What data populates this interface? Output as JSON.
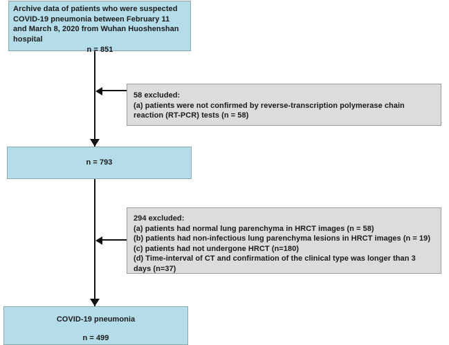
{
  "diagram": {
    "title": "COVID-19 pneumonia patient selection flowchart",
    "colors": {
      "cohort_fill": "#b5dde9",
      "exclusion_fill": "#dcdcdc",
      "connector": "#111111"
    },
    "nodes": {
      "source": {
        "text_lines": [
          "Archive data of patients who were suspected",
          "COVID-19 pneumonia between February 11",
          "and March 8, 2020 from Wuhan Huoshenshan",
          "hospital"
        ],
        "count_label": "n = 851",
        "count_value": 851,
        "fill": "blue"
      },
      "exclusion_1": {
        "header": "58 excluded:",
        "excluded_count": 58,
        "reasons": [
          "(a) patients were not confirmed by reverse-transcription polymerase chain reaction (RT-PCR) tests (n = 58)"
        ],
        "fill": "gray"
      },
      "cohort_793": {
        "count_label": "n = 793",
        "count_value": 793,
        "fill": "blue"
      },
      "exclusion_2": {
        "header": "294 excluded:",
        "excluded_count": 294,
        "reasons": [
          "(a) patients had normal lung parenchyma in HRCT images (n = 58)",
          "(b) patients had  non-infectious lung parenchyma lesions in HRCT images (n = 19)",
          "(c) patients had not undergone HRCT (n=180)",
          "(d) Time-interval of CT and confirmation of the clinical type was longer than 3 days (n=37)"
        ],
        "fill": "gray"
      },
      "final": {
        "label": "COVID-19 pneumonia",
        "count_label": "n = 499",
        "count_value": 499,
        "fill": "blue"
      }
    }
  }
}
